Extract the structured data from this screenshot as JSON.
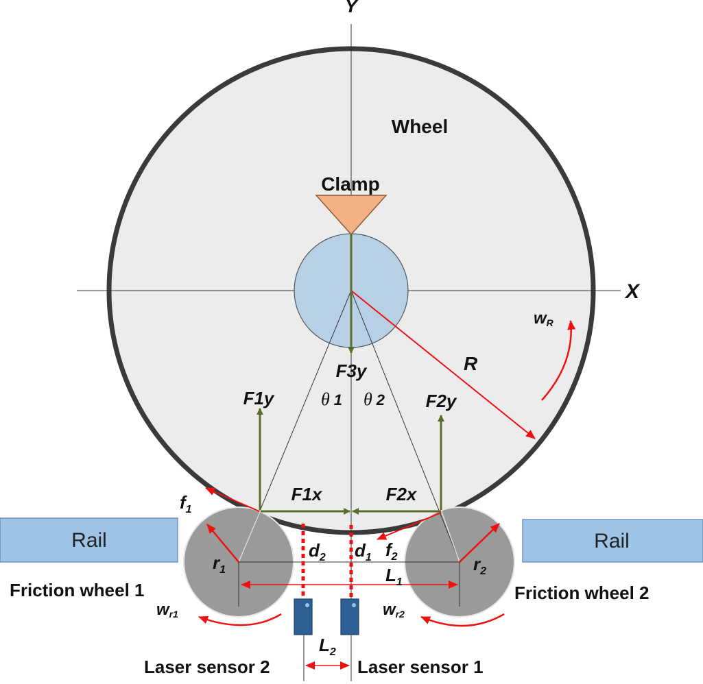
{
  "colors": {
    "wheel_fill": "#ececec",
    "wheel_rim": "#3a3a3a",
    "hub_fill": "#b8d0e6",
    "clamp_fill": "#f4b183",
    "clamp_stroke": "#8a5a3a",
    "friction_wheel_fill": "#9a9a9a",
    "rail_fill": "#9dc3e6",
    "sensor_fill": "#2e5f95",
    "force_arrow": "#5a6e2c",
    "red": "#ee1111",
    "axis": "#333333"
  },
  "labels": {
    "axis_y": "Y",
    "axis_x": "X",
    "wheel": "Wheel",
    "clamp": "Clamp",
    "rail_left": "Rail",
    "rail_right": "Rail",
    "friction_wheel_1": "Friction wheel 1",
    "friction_wheel_2": "Friction wheel 2",
    "laser_sensor_2": "Laser sensor 2",
    "laser_sensor_1": "Laser sensor 1"
  },
  "symbols": {
    "wR": {
      "main": "w",
      "sub": "R"
    },
    "R": "R",
    "F3y": "F3y",
    "F1y": "F1y",
    "F2y": "F2y",
    "F1x": "F1x",
    "F2x": "F2x",
    "theta1": {
      "main": "θ",
      "sub": "1"
    },
    "theta2": {
      "main": "θ",
      "sub": "2"
    },
    "f1": {
      "main": "f",
      "sub": "1"
    },
    "f2": {
      "main": "f",
      "sub": "2"
    },
    "r1": {
      "main": "r",
      "sub": "1"
    },
    "r2": {
      "main": "r",
      "sub": "2"
    },
    "d2": {
      "main": "d",
      "sub": "2"
    },
    "d1": {
      "main": "d",
      "sub": "1"
    },
    "L1": {
      "main": "L",
      "sub": "1"
    },
    "L2": {
      "main": "L",
      "sub": "2"
    },
    "wr1": {
      "main": "w",
      "sub": "r1"
    },
    "wr2": {
      "main": "w",
      "sub": "r2"
    }
  }
}
